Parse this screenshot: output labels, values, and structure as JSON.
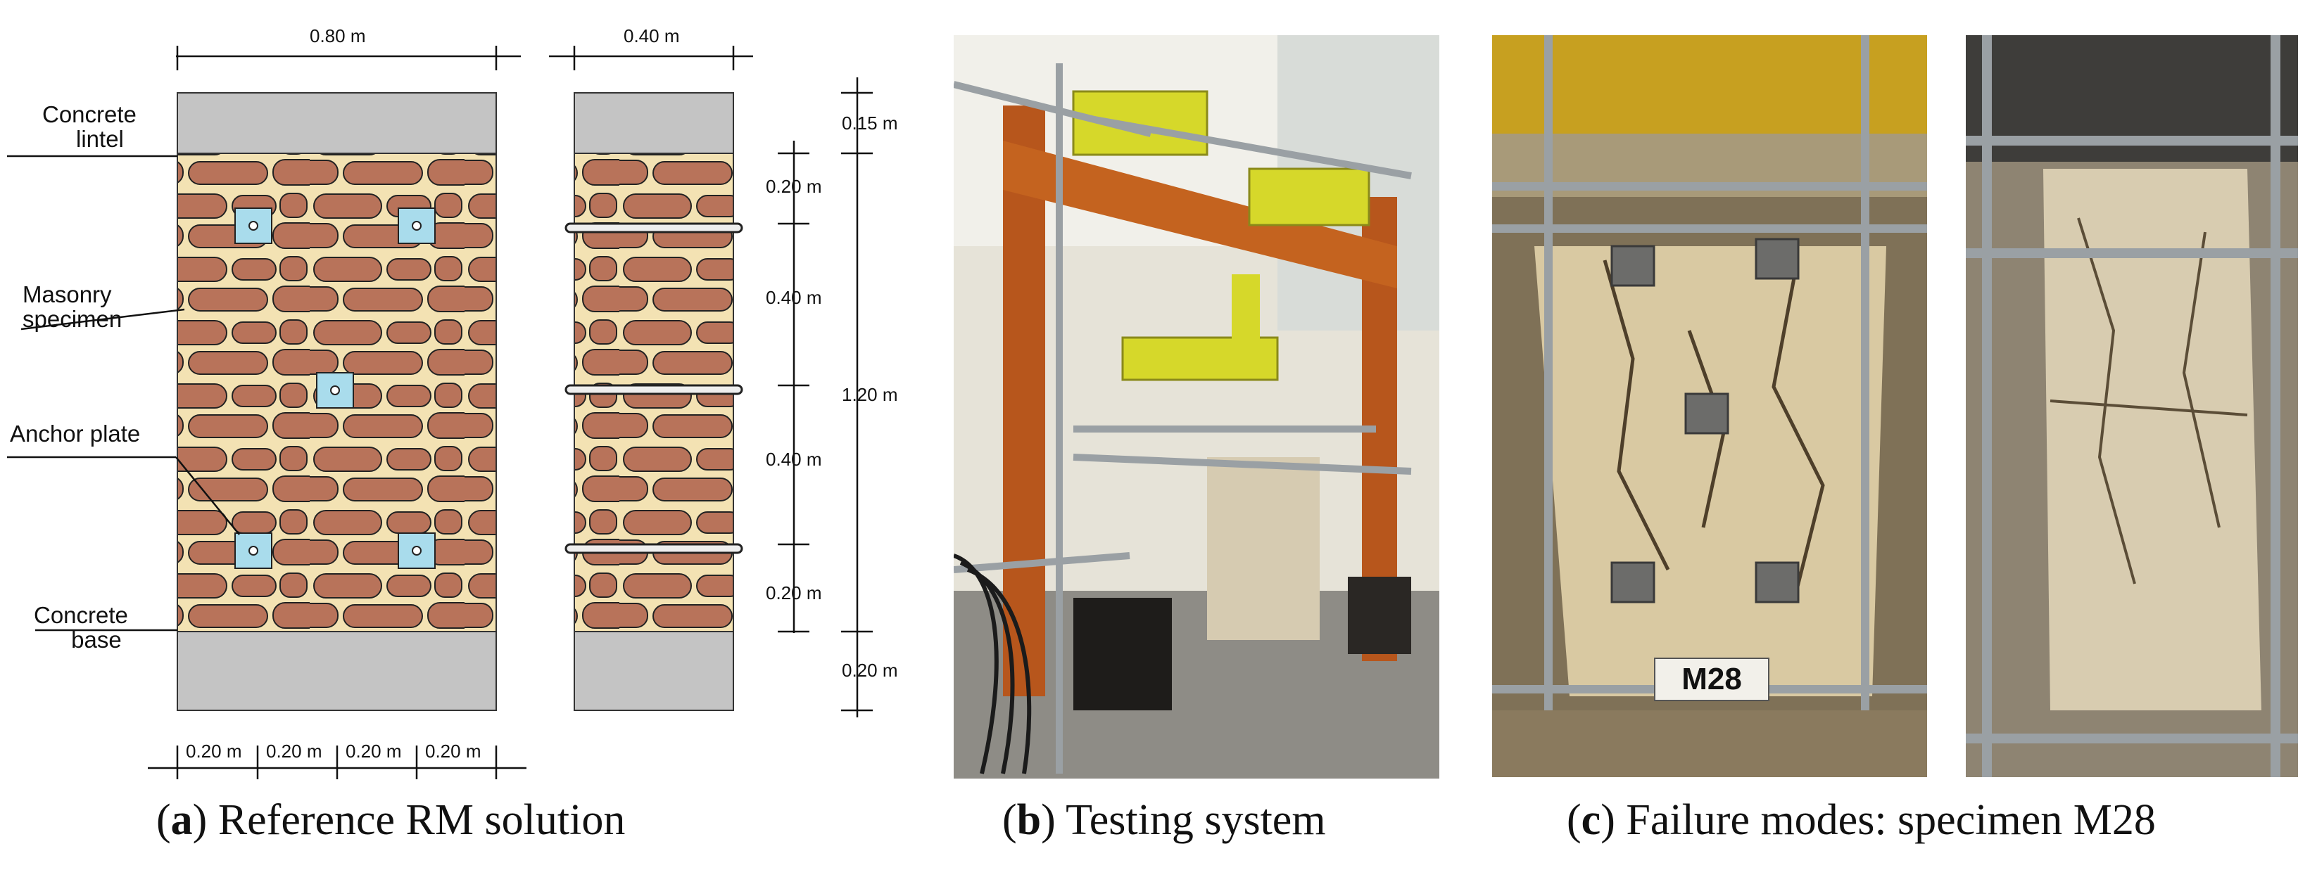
{
  "figure": {
    "panel_a": {
      "caption_letter": "a",
      "caption_text": " Reference RM solution",
      "labels": {
        "lintel_line1": "Concrete",
        "lintel_line2": "lintel",
        "masonry_line1": "Masonry",
        "masonry_line2": "specimen",
        "anchor": "Anchor plate",
        "base_line1": "Concrete",
        "base_line2": "base"
      },
      "dimensions": {
        "front_width": "0.80 m",
        "side_width": "0.40 m",
        "bottom_1": "0.20 m",
        "bottom_2": "0.20 m",
        "bottom_3": "0.20 m",
        "bottom_4": "0.20 m",
        "right_0_15": "0.15 m",
        "right_0_20_top": "0.20 m",
        "right_0_40_a": "0.40 m",
        "right_1_20": "1.20 m",
        "right_0_40_b": "0.40 m",
        "right_0_20_bottom": "0.20 m",
        "right_0_20_base": "0.20 m"
      },
      "colors": {
        "stone": "#b8735a",
        "mortar": "#f3e2b3",
        "concrete": "#c4c4c4",
        "plate": "#a9dcec"
      }
    },
    "panel_b": {
      "caption_letter": "b",
      "caption_text": " Testing system"
    },
    "panel_c": {
      "caption_letter": "c",
      "caption_text": " Failure modes: specimen M28",
      "specimen_label": "M28"
    }
  }
}
